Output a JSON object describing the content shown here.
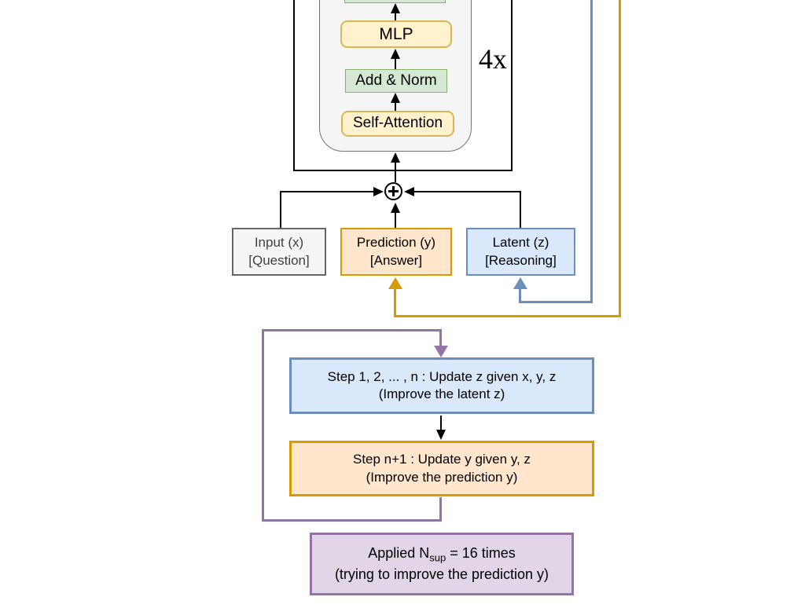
{
  "transformer_block": {
    "mlp_label": "MLP",
    "add_norm_label": "Add & Norm",
    "self_attention_label": "Self-Attention",
    "repeat_label": "4x"
  },
  "state_boxes": {
    "input": {
      "line1": "Input (x)",
      "line2": "[Question]"
    },
    "prediction": {
      "line1": "Prediction (y)",
      "line2": "[Answer]"
    },
    "latent": {
      "line1": "Latent (z)",
      "line2": "[Reasoning]"
    }
  },
  "process": {
    "update_z": {
      "line1": "Step 1, 2, ... , n : Update z given x, y, z",
      "line2": "(Improve the latent z)"
    },
    "update_y": {
      "line1": "Step n+1 : Update y given y, z",
      "line2": "(Improve the prediction y)"
    },
    "applied": {
      "prefix": "Applied N",
      "subscript": "sup",
      "suffix": " = 16 times",
      "line2": "(trying to improve the prediction y)"
    }
  },
  "icons": {
    "sum": "plus-circle-icon"
  },
  "colors": {
    "yellow_fill": "#fff2cc",
    "yellow_stroke": "#d6b656",
    "green_fill": "#d5e8d4",
    "green_stroke": "#82b366",
    "orange_fill": "#ffe6cc",
    "orange_stroke": "#d79b00",
    "blue_fill": "#dae8fc",
    "blue_stroke": "#6c8ebf",
    "purple_fill": "#e1d5e7",
    "purple_stroke": "#9673a6",
    "gray_fill": "#f5f5f5",
    "gray_stroke": "#666666",
    "line_black": "#000000"
  }
}
